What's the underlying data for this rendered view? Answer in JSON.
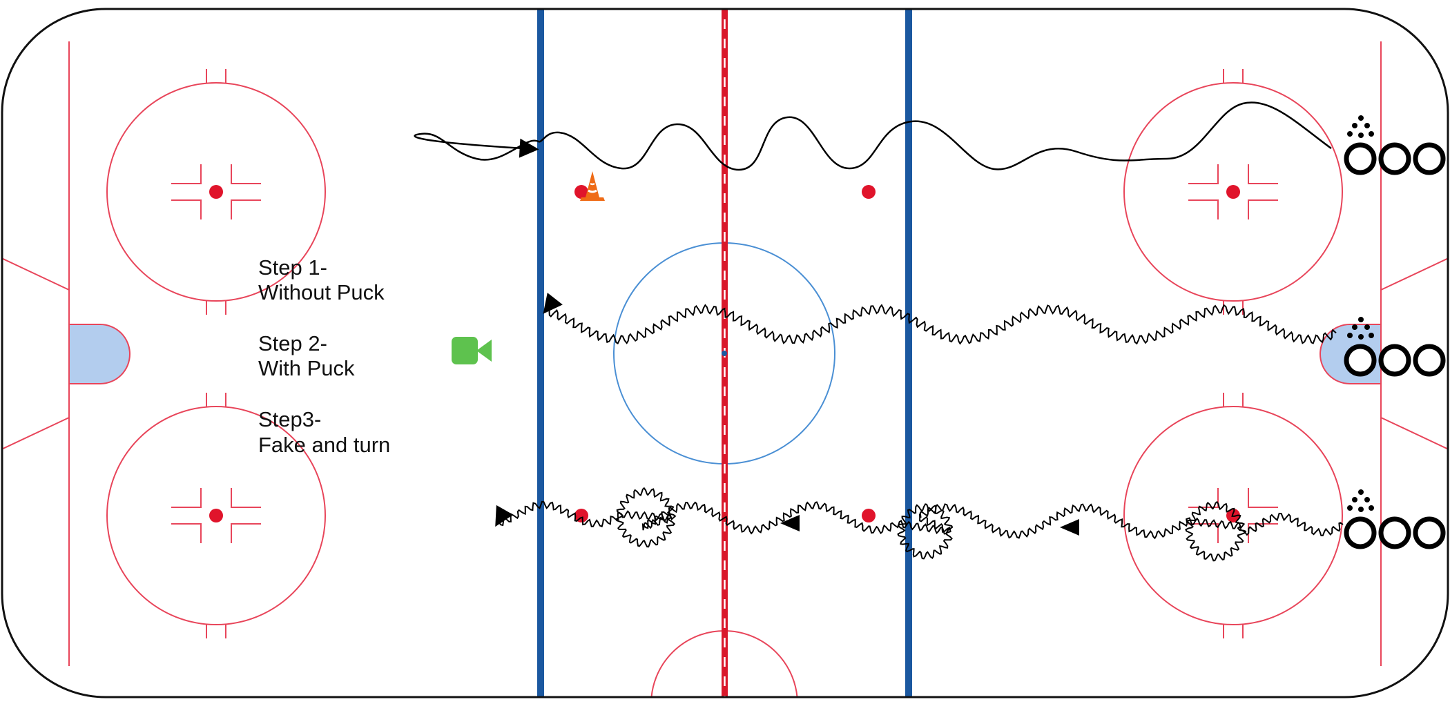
{
  "labels": {
    "step1_title": "Step 1-",
    "step1_desc": "Without Puck",
    "step2_title": "Step 2-",
    "step2_desc": "With Puck",
    "step3_title": "Step3-",
    "step3_desc": "Fake and turn"
  },
  "icons": {
    "camera": "video-camera-icon",
    "cone": "cone-icon",
    "player": "player-ring",
    "puck": "puck-dot"
  },
  "colors": {
    "ice_line_red": "#e8455a",
    "center_line_red": "#d9182b",
    "blue_line": "#1b58a0",
    "center_circle": "#4a8fd4",
    "crease_fill": "#b3cdee",
    "faceoff_dot": "#e0142b",
    "camera": "#5ec24e",
    "cone": "#ef6b16",
    "path": "#000000"
  }
}
